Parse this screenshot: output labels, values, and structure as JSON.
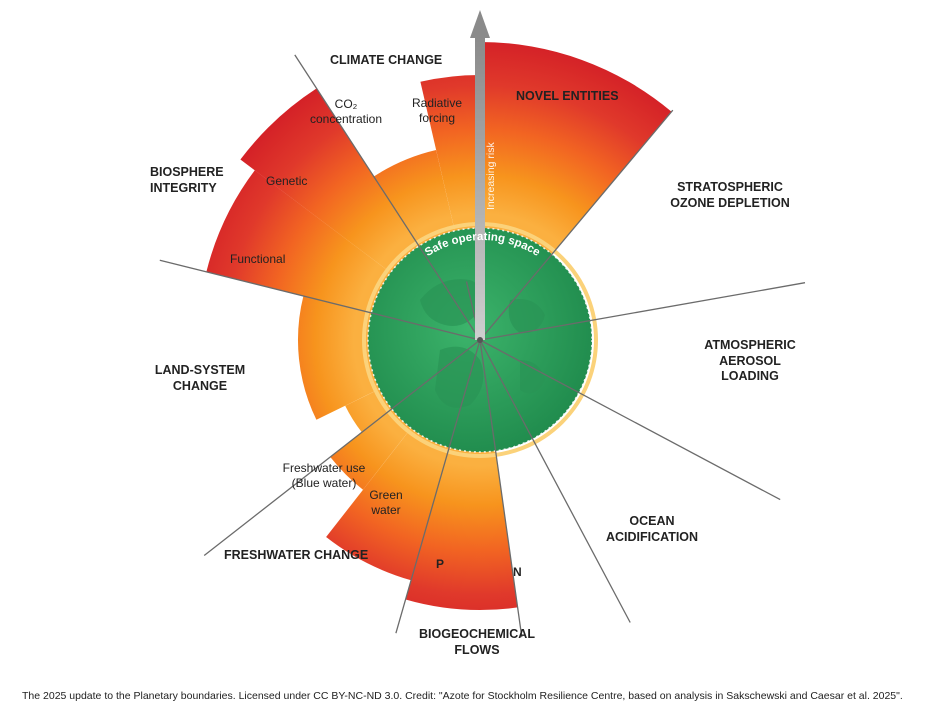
{
  "diagram": {
    "categories": {
      "climate_change": "CLIMATE CHANGE",
      "novel_entities": "NOVEL ENTITIES",
      "stratospheric_ozone_depletion": "STRATOSPHERIC OZONE DEPLETION",
      "atmospheric_aerosol_loading": "ATMOSPHERIC AEROSOL LOADING",
      "ocean_acidification": "OCEAN ACIDIFICATION",
      "biogeochemical_flows": "BIOGEOCHEMICAL FLOWS",
      "freshwater_change": "FRESHWATER CHANGE",
      "land_system_change": "LAND-SYSTEM CHANGE",
      "biosphere_integrity": "BIOSPHERE INTEGRITY"
    },
    "sub_labels": {
      "co2_concentration": "CO₂ concentration",
      "radiative_forcing": "Radiative forcing",
      "genetic": "Genetic",
      "functional": "Functional",
      "freshwater_use": "Freshwater use (Blue water)",
      "green_water": "Green water",
      "phosphorus": "P",
      "nitrogen": "N"
    },
    "risk_axis_label": "Increasing risk",
    "safe_space_label": "Safe operating space",
    "credit": "The 2025 update to the Planetary boundaries. Licensed under CC BY-NC-ND 3.0. Credit: \"Azote for Stockholm Resilience Centre, based on analysis in Sakschewski and Caesar et al. 2025\"."
  },
  "colors": {
    "safe_green": "#2c9e58",
    "boundary_ring": "#fbb040",
    "high_risk_red": "#d8262a",
    "mid_orange": "#f37021",
    "not_quantified_grey": "#d9d9d9",
    "arrow_grey": "#9a9a9a"
  }
}
